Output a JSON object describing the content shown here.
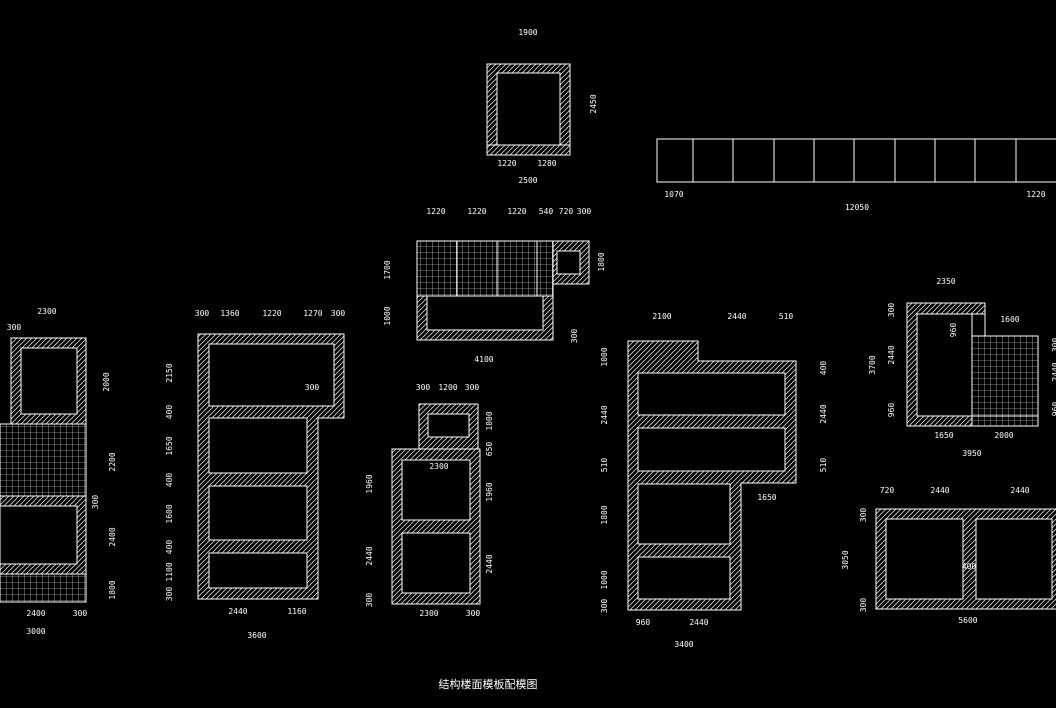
{
  "drawing": {
    "title": "结构楼面模板配模图",
    "colors": {
      "background": "#000000",
      "line": "#ffffff"
    }
  },
  "dims": {
    "d1900": "1900",
    "d2450": "2450",
    "d1220": "1220",
    "d1280": "1280",
    "d2500": "2500",
    "d1070": "1070",
    "d12050": "12050",
    "d1220_strip": "1220",
    "m_1220a": "1220",
    "m_1220b": "1220",
    "m_1220c": "1220",
    "m_540": "540",
    "m_720": "720",
    "m_300": "300",
    "m_1700": "1700",
    "m_1000": "1000",
    "m_1800": "1800",
    "m_300r": "300",
    "m_4100": "4100",
    "l_2300": "2300",
    "l_300": "300",
    "l_2000": "2000",
    "l_2200": "2200",
    "l_300b": "300",
    "l_2400r": "2400",
    "l_1800": "1800",
    "l_2400": "2400",
    "l_300c": "300",
    "l_3000": "3000",
    "b_300": "300",
    "b_1360": "1360",
    "b_1220": "1220",
    "b_1270": "1270",
    "b_300r": "300",
    "b_2150": "2150",
    "b_300in": "300",
    "b_400a": "400",
    "b_1650": "1650",
    "b_400b": "400",
    "b_1600": "1600",
    "b_400c": "400",
    "b_1100": "1100",
    "b_300d": "300",
    "b_2440": "2440",
    "b_1160": "1160",
    "b_3600": "3600",
    "c_300": "300",
    "c_1200": "1200",
    "c_300b": "300",
    "c_1000": "1000",
    "c_650": "650",
    "c_2300": "2300",
    "c_1960l": "1960",
    "c_1960r": "1960",
    "c_2440l": "2440",
    "c_2440r": "2440",
    "c_300l": "300",
    "c_2300b": "2300",
    "c_300r": "300",
    "e_2100": "2100",
    "e_2440": "2440",
    "e_510": "510",
    "e_1000": "1000",
    "e_400": "400",
    "e_2440l": "2440",
    "e_2440r": "2440",
    "e_510l": "510",
    "e_510r": "510",
    "e_1650": "1650",
    "e_1800": "1800",
    "e_1000b": "1000",
    "e_300": "300",
    "e_960": "960",
    "e_2440b": "2440",
    "e_3400": "3400",
    "f_2350": "2350",
    "f_300": "300",
    "f_960": "960",
    "f_1600": "1600",
    "f_3700": "3700",
    "f_2440": "2440",
    "f_960b": "960",
    "f_1650": "1650",
    "f_2000": "2000",
    "f_3950": "3950",
    "f_r1": "300",
    "f_r2": "2440",
    "f_r3": "960",
    "g_720": "720",
    "g_2440a": "2440",
    "g_2440b": "2440",
    "g_300": "300",
    "g_3050": "3050",
    "g_400": "400",
    "g_300b": "300",
    "g_5600": "5600"
  }
}
